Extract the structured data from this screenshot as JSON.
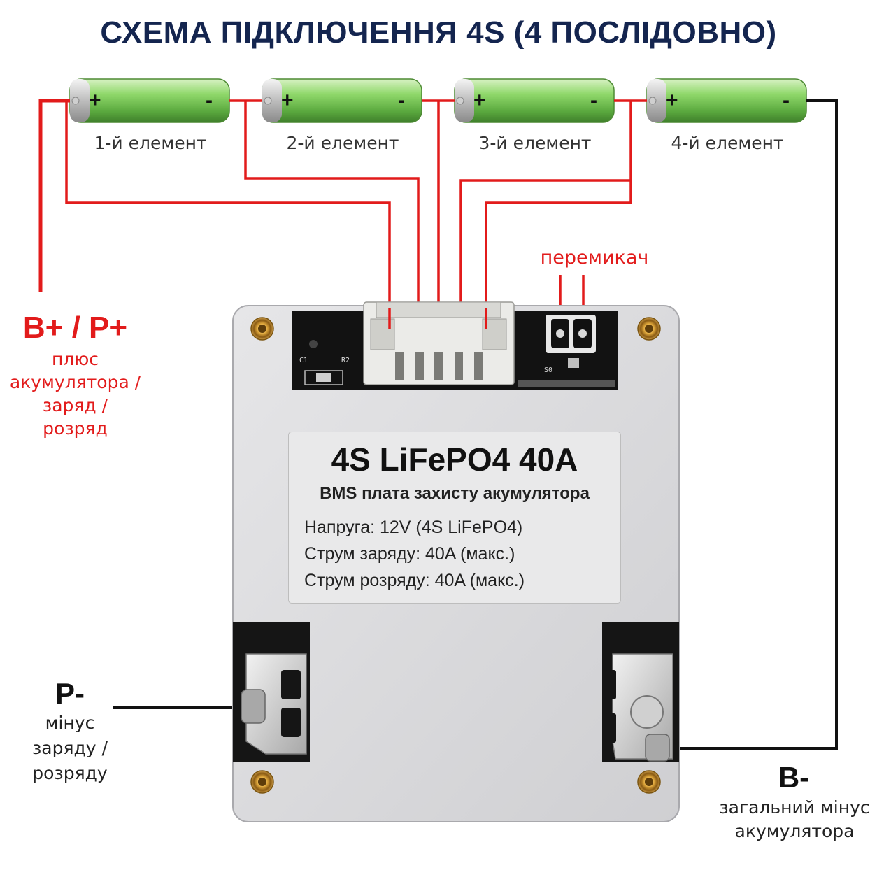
{
  "title": "СХЕМА ПІДКЛЮЧЕННЯ 4S (4 ПОСЛІДОВНО)",
  "cells": [
    {
      "plus": "+",
      "minus": "-",
      "label": "1-й елемент"
    },
    {
      "plus": "+",
      "minus": "-",
      "label": "2-й елемент"
    },
    {
      "plus": "+",
      "minus": "-",
      "label": "3-й елемент"
    },
    {
      "plus": "+",
      "minus": "-",
      "label": "4-й елемент"
    }
  ],
  "switch_label": "перемикач",
  "b_plus": {
    "title": "B+ / P+",
    "desc": [
      "плюс",
      "акумулятора /",
      "заряд /",
      "розряд"
    ]
  },
  "p_minus": {
    "title": "P-",
    "desc": [
      "мінус",
      "заряду /",
      "розряду"
    ]
  },
  "b_minus": {
    "title": "B-",
    "desc": [
      "загальний мінус",
      "акумулятора"
    ]
  },
  "board": {
    "model": "4S LiFePO4 40A",
    "subtitle": "BMS плата захисту акумулятора",
    "specs": [
      "Напруга: 12V (4S LiFePO4)",
      "Струм заряду: 40A (макс.)",
      "Струм розряду: 40A (макс.)"
    ],
    "silkscreen": [
      "C1",
      "R2",
      "S0"
    ]
  },
  "colors": {
    "title": "#14254f",
    "red_wire": "#e21b1b",
    "black_wire": "#111111",
    "cell_green": "#7fcf5e",
    "board": "#d9d9db",
    "pcb": "#111111"
  }
}
